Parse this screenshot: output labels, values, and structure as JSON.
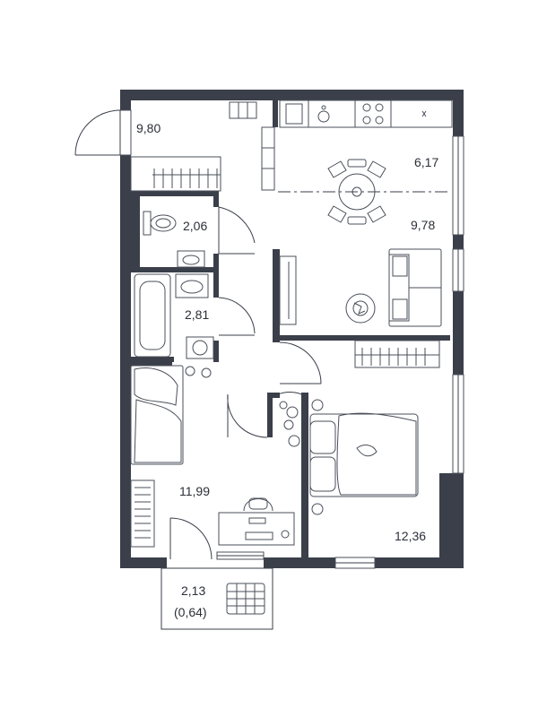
{
  "rooms": {
    "hallway": "9,80",
    "kitchen": "6,17",
    "living": "9,78",
    "toilet": "2,06",
    "bathroom": "2,81",
    "bedroom_left": "11,99",
    "bedroom_right": "12,36",
    "balcony": "2,13",
    "balcony_reduced": "(0,64)"
  },
  "colors": {
    "wall": "#3a3f4a",
    "line": "#4a4f5a",
    "background": "#ffffff"
  },
  "icons": [
    "wardrobe-icon",
    "toilet-icon",
    "sink-icon",
    "bathtub-icon",
    "washing-machine-icon",
    "stove-icon",
    "kitchen-sink-icon",
    "dining-table-icon",
    "sofa-icon",
    "tv-stand-icon",
    "double-bed-icon",
    "single-bed-icon",
    "desk-icon",
    "chair-icon",
    "plant-icon",
    "laundry-basket-icon",
    "door-swing-icon",
    "window-icon"
  ]
}
